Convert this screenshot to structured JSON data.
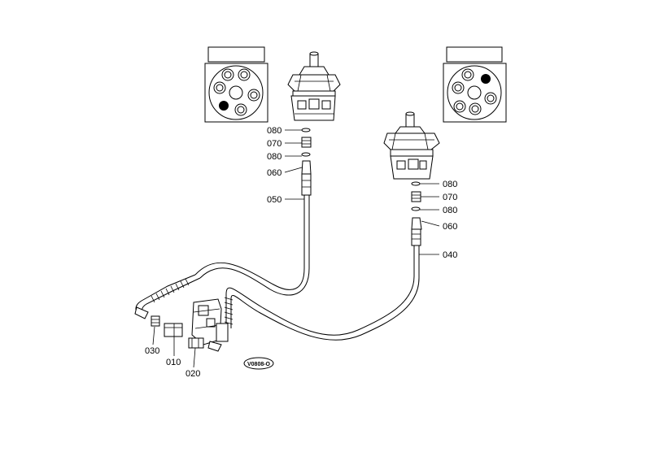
{
  "callouts": {
    "left_080a": "080",
    "left_070": "070",
    "left_080b": "080",
    "left_060": "060",
    "left_050": "050",
    "right_080a": "080",
    "right_070": "070",
    "right_080b": "080",
    "right_060": "060",
    "right_040": "040",
    "bottom_030": "030",
    "bottom_010": "010",
    "bottom_020": "020"
  },
  "stamp": {
    "code": "V0808-O"
  }
}
